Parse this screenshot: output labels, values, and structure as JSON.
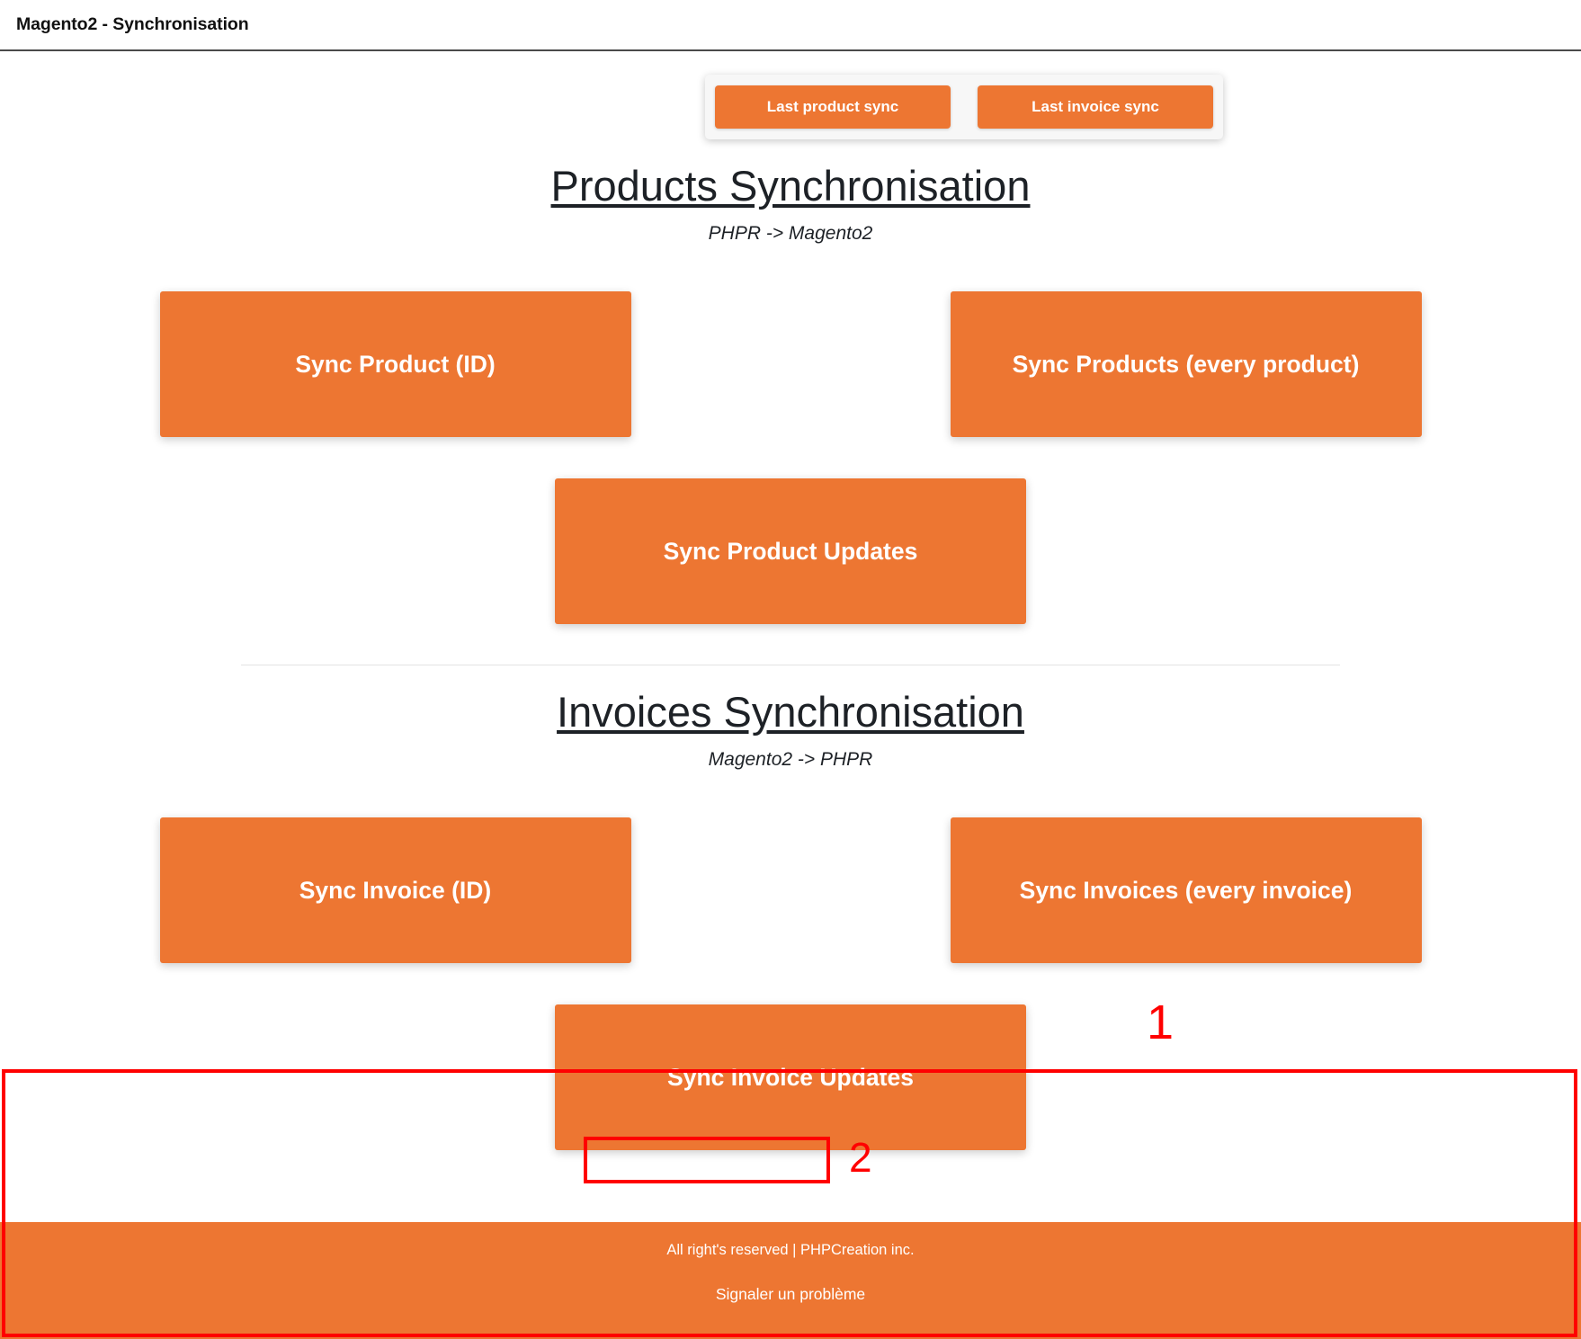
{
  "navbar": {
    "brand": "Magento2 - Synchronisation"
  },
  "topbar": {
    "buttons": [
      {
        "label": "Last product sync",
        "name": "last-product-sync-button"
      },
      {
        "label": "Last invoice sync",
        "name": "last-invoice-sync-button"
      }
    ]
  },
  "sections": [
    {
      "title": "Products Synchronisation",
      "subtitle": "PHPR -> Magento2",
      "buttons": [
        {
          "label": "Sync Product (ID)"
        },
        {
          "label": "Sync Products (every product)"
        },
        {
          "label": "Sync Product Updates"
        }
      ]
    },
    {
      "title": "Invoices Synchronisation",
      "subtitle": "Magento2 -> PHPR",
      "buttons": [
        {
          "label": "Sync Invoice (ID)"
        },
        {
          "label": "Sync Invoices (every invoice)"
        },
        {
          "label": "Sync Invoice Updates"
        }
      ]
    }
  ],
  "footer": {
    "copyright": "All right's reserved | PHPCreation inc.",
    "report_button": "Signaler un problème"
  },
  "annotations": [
    {
      "number": "1",
      "target": "footer-region"
    },
    {
      "number": "2",
      "target": "report-problem-button"
    }
  ],
  "colors": {
    "accent_orange": "#ed7632",
    "annotation_red": "#ff0000",
    "heading_dark": "#1d2126",
    "page_background": "#ffffff"
  }
}
